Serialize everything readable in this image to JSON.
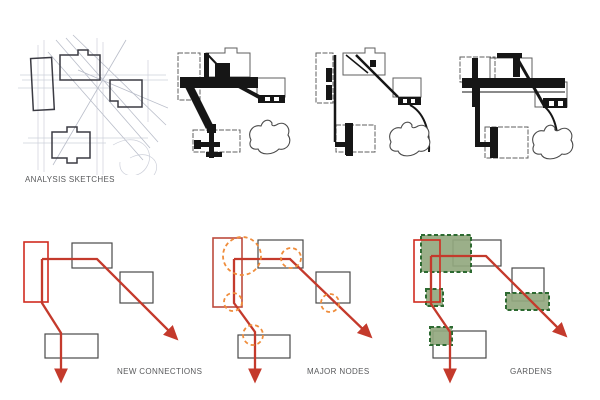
{
  "title": "urban analysis diagram sheet",
  "colors": {
    "background": "#ffffff",
    "plan_ink": "#1a1a1a",
    "outline_gray": "#5f5f5f",
    "sketch_line_light": "#cdd0da",
    "sketch_line_mid": "#b9bdc9",
    "sketch_building": "#3b3b43",
    "label_text": "#58595b",
    "red_bright": "#d02b1f",
    "red_muted": "#bd4b3d",
    "path_red": "#c43a2c",
    "node_orange": "#ef8d3c",
    "garden_green_fill": "#93a87f",
    "garden_green_border": "#2d6a31"
  },
  "top_row": {
    "sketch_label": "ANALYSIS SKETCHES",
    "panels": [
      "analysis-sketch",
      "figure-ground-stage-1",
      "figure-ground-stage-2",
      "figure-ground-stage-3"
    ]
  },
  "bottom_row": {
    "diagrams": [
      {
        "id": "new-connections",
        "label": "NEW CONNECTIONS"
      },
      {
        "id": "major-nodes",
        "label": "MAJOR NODES"
      },
      {
        "id": "gardens",
        "label": "GARDENS"
      }
    ]
  }
}
